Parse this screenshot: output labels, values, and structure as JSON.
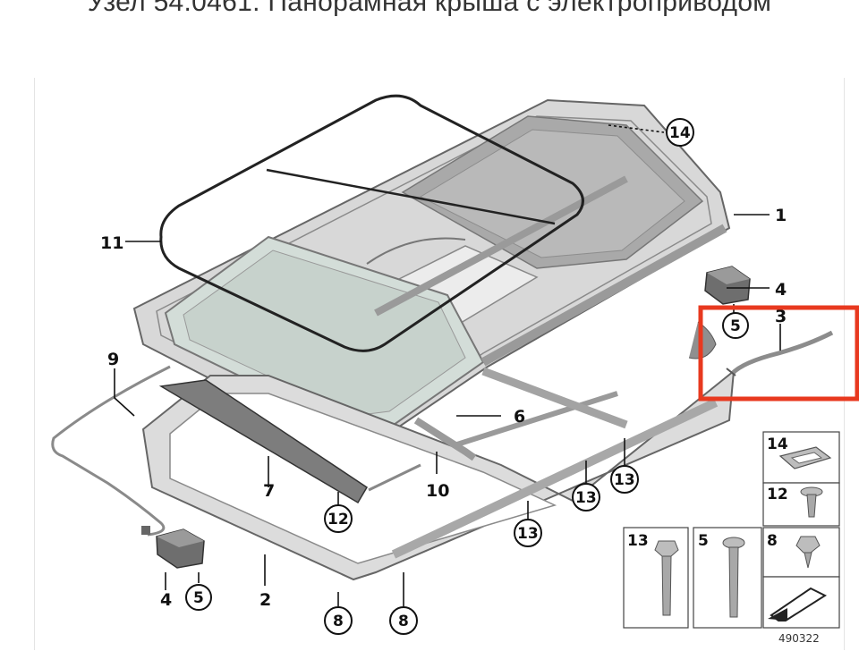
{
  "title": "Узел 54.0461. Панорамная крыша с электроприводом",
  "callouts": {
    "c1": "1",
    "c2": "2",
    "c3": "3",
    "c4a": "4",
    "c4b": "4",
    "c5a": "5",
    "c5b": "5",
    "c6": "6",
    "c7": "7",
    "c8a": "8",
    "c8b": "8",
    "c9": "9",
    "c10": "10",
    "c11": "11",
    "c12": "12",
    "c13a": "13",
    "c13b": "13",
    "c13c": "13",
    "c14": "14"
  },
  "legend": {
    "cell14": "14",
    "cell12": "12",
    "cell13": "13",
    "cell5": "5",
    "cell8": "8"
  },
  "doc_number": "490322",
  "highlight_color": "#e8391f"
}
